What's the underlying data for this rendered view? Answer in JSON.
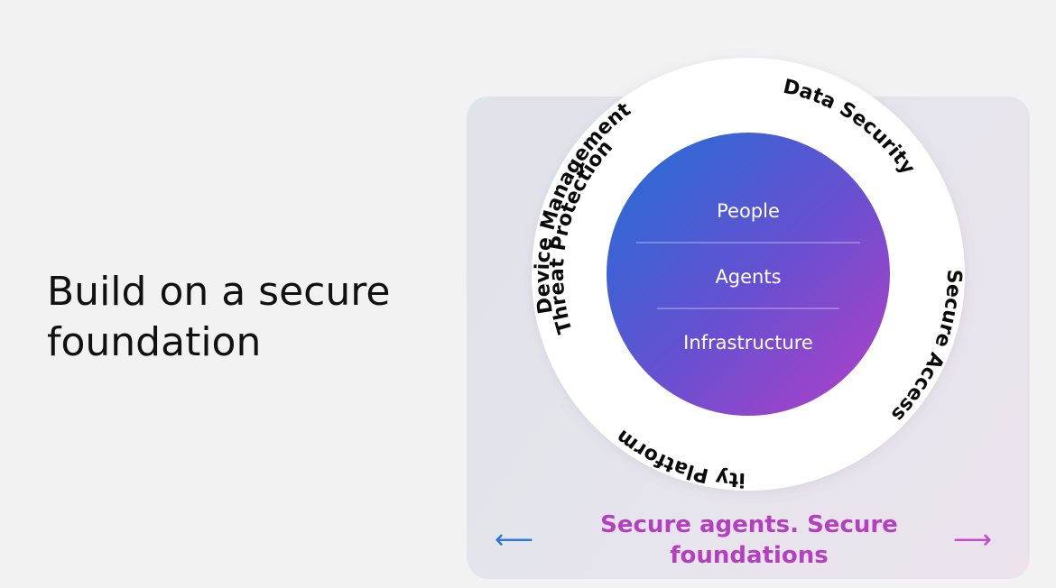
{
  "slide": {
    "headline": "Build on a secure foundation"
  },
  "diagram": {
    "outer_ring_labels": {
      "threat_protection": "Threat Protection",
      "data_security": "Data Security",
      "device_management": "Device Management",
      "security_platform": "Security Platform",
      "secure_access": "Secure Access"
    },
    "core_layers": [
      "People",
      "Agents",
      "Infrastructure"
    ],
    "colors": {
      "core_gradient_start": "#1f6fd6",
      "core_gradient_end": "#b53fc6",
      "ring": "#ffffff",
      "tagline": "#b43fbf",
      "left_arrow": "#2f78d4",
      "right_arrow": "#c549c8"
    }
  },
  "footer": {
    "tagline": "Secure agents. Secure foundations",
    "left_arrow": "⟵",
    "right_arrow": "⟶"
  }
}
